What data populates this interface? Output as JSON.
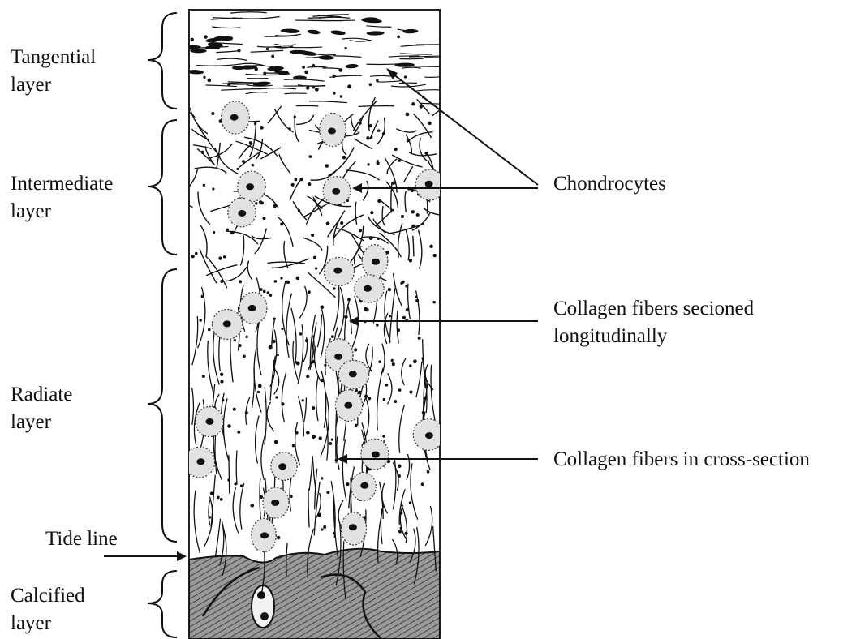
{
  "labels": {
    "tangential": [
      "Tangential",
      "layer"
    ],
    "intermediate": [
      "Intermediate",
      "layer"
    ],
    "radiate": [
      "Radiate",
      "layer"
    ],
    "calcified": [
      "Calcified",
      "layer"
    ],
    "tide_line": "Tide line",
    "chondrocytes": "Chondrocytes",
    "collagen_longitudinal": [
      "Collagen fibers secioned",
      "longitudinally"
    ],
    "collagen_cross": "Collagen fibers in cross-section"
  },
  "colors": {
    "ink": "#111111",
    "calcified_fill": "#8a8a8a",
    "background": "#ffffff"
  }
}
